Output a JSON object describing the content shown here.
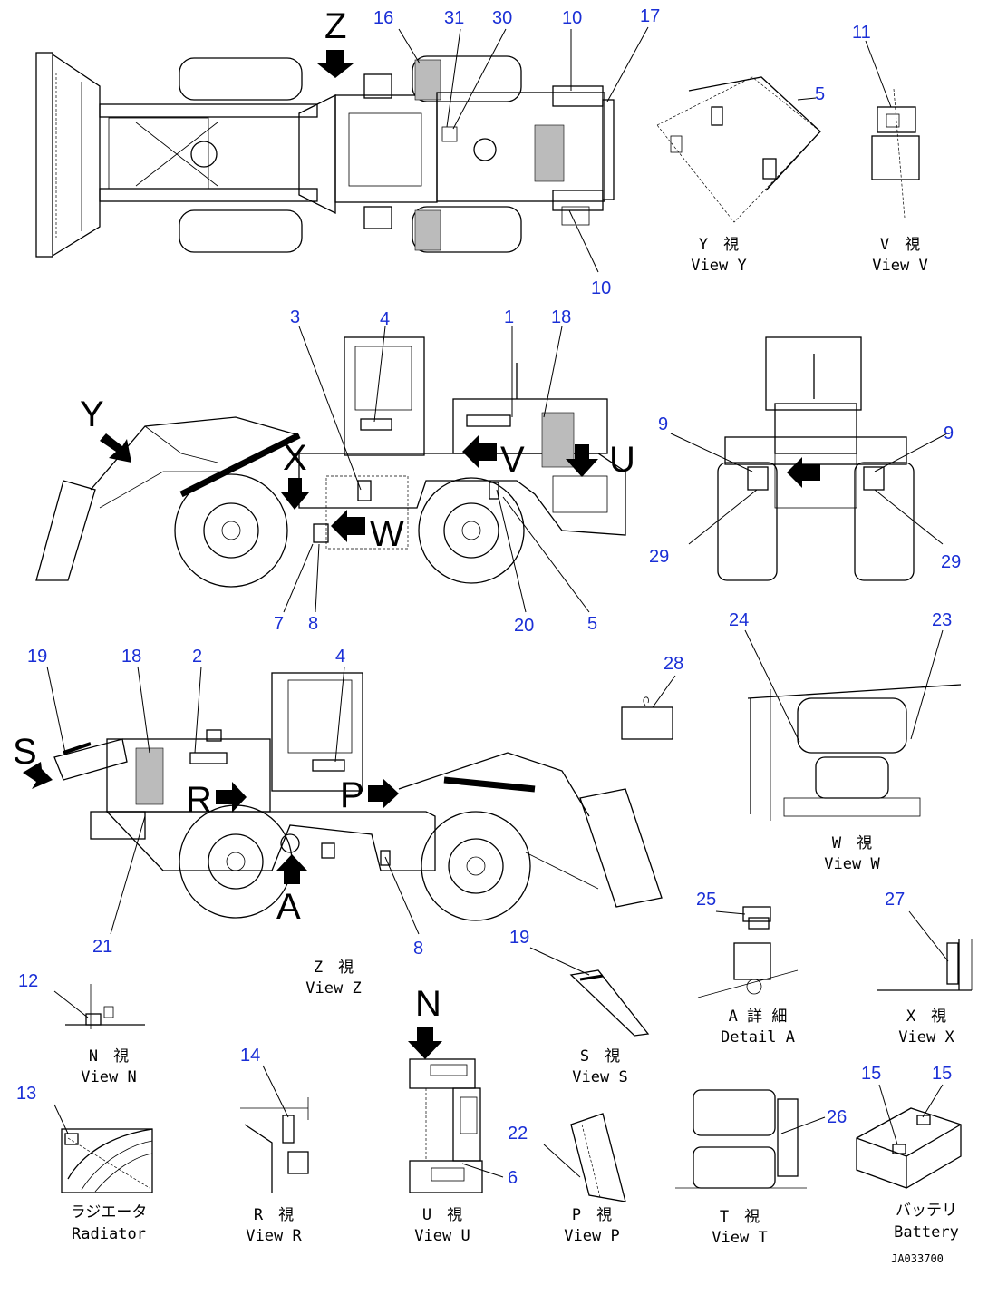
{
  "drawing_id": "JA033700",
  "callouts": [
    {
      "id": "c16",
      "n": "16"
    },
    {
      "id": "c31",
      "n": "31"
    },
    {
      "id": "c30",
      "n": "30"
    },
    {
      "id": "c10a",
      "n": "10"
    },
    {
      "id": "c17",
      "n": "17"
    },
    {
      "id": "c10b",
      "n": "10"
    },
    {
      "id": "c5a",
      "n": "5"
    },
    {
      "id": "c11",
      "n": "11"
    },
    {
      "id": "c3",
      "n": "3"
    },
    {
      "id": "c4a",
      "n": "4"
    },
    {
      "id": "c1",
      "n": "1"
    },
    {
      "id": "c18a",
      "n": "18"
    },
    {
      "id": "c7",
      "n": "7"
    },
    {
      "id": "c8a",
      "n": "8"
    },
    {
      "id": "c20",
      "n": "20"
    },
    {
      "id": "c5b",
      "n": "5"
    },
    {
      "id": "c9a",
      "n": "9"
    },
    {
      "id": "c9b",
      "n": "9"
    },
    {
      "id": "c29a",
      "n": "29"
    },
    {
      "id": "c29b",
      "n": "29"
    },
    {
      "id": "c19a",
      "n": "19"
    },
    {
      "id": "c18b",
      "n": "18"
    },
    {
      "id": "c2",
      "n": "2"
    },
    {
      "id": "c4b",
      "n": "4"
    },
    {
      "id": "c28",
      "n": "28"
    },
    {
      "id": "c24",
      "n": "24"
    },
    {
      "id": "c23",
      "n": "23"
    },
    {
      "id": "c21",
      "n": "21"
    },
    {
      "id": "c8b",
      "n": "8"
    },
    {
      "id": "c25",
      "n": "25"
    },
    {
      "id": "c27",
      "n": "27"
    },
    {
      "id": "c12",
      "n": "12"
    },
    {
      "id": "c19b",
      "n": "19"
    },
    {
      "id": "c14",
      "n": "14"
    },
    {
      "id": "c22",
      "n": "22"
    },
    {
      "id": "c6",
      "n": "6"
    },
    {
      "id": "c13",
      "n": "13"
    },
    {
      "id": "c15a",
      "n": "15"
    },
    {
      "id": "c15b",
      "n": "15"
    },
    {
      "id": "c26",
      "n": "26"
    }
  ],
  "view_letters": {
    "z_top": "Z",
    "y_side": "Y",
    "x_side": "X",
    "w_side": "W",
    "v_side": "V",
    "u_side": "U",
    "s_side": "S",
    "r_side": "R",
    "p_side": "P",
    "a_side": "A",
    "n_upper": "N"
  },
  "views": [
    {
      "id": "view_y",
      "jp": "Y　視",
      "en": "View Y"
    },
    {
      "id": "view_v",
      "jp": "V　視",
      "en": "View V"
    },
    {
      "id": "view_w",
      "jp": "W　視",
      "en": "View W"
    },
    {
      "id": "view_z",
      "jp": "Z　視",
      "en": "View Z"
    },
    {
      "id": "detail_a",
      "jp": "A 詳 細",
      "en": "Detail A"
    },
    {
      "id": "view_x",
      "jp": "X　視",
      "en": "View X"
    },
    {
      "id": "view_n",
      "jp": "N　視",
      "en": "View N"
    },
    {
      "id": "view_s",
      "jp": "S　視",
      "en": "View S"
    },
    {
      "id": "radiator",
      "jp": "ラジエータ",
      "en": "Radiator"
    },
    {
      "id": "view_r",
      "jp": "R　視",
      "en": "View R"
    },
    {
      "id": "view_u",
      "jp": "U　視",
      "en": "View U"
    },
    {
      "id": "view_p",
      "jp": "P　視",
      "en": "View P"
    },
    {
      "id": "view_t",
      "jp": "T　視",
      "en": "View T"
    },
    {
      "id": "battery",
      "jp": "バッテリ",
      "en": "Battery"
    }
  ]
}
